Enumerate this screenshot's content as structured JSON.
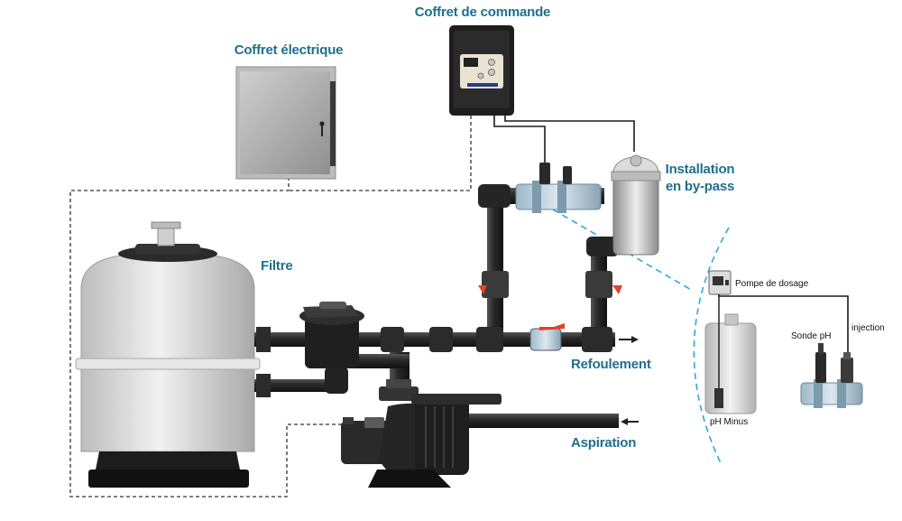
{
  "labels": {
    "coffret_commande": "Coffret de commande",
    "coffret_electrique": "Coffret électrique",
    "installation_line1": "Installation",
    "installation_line2": "en by-pass",
    "filtre": "Filtre",
    "refoulement": "Refoulement",
    "aspiration": "Aspiration",
    "pompe_dosage": "Pompe de dosage",
    "sonde_ph": "Sonde pH",
    "injection": "injection",
    "ph_minus": "pH Minus"
  },
  "colors": {
    "title": "#1f6f8b",
    "pipe": "#2b2b2b",
    "dashed_wire": "#333333",
    "bypass_dash": "#2fa8d8",
    "filter_body": "#d9d9d9",
    "control_box": "#1e1e1e"
  }
}
